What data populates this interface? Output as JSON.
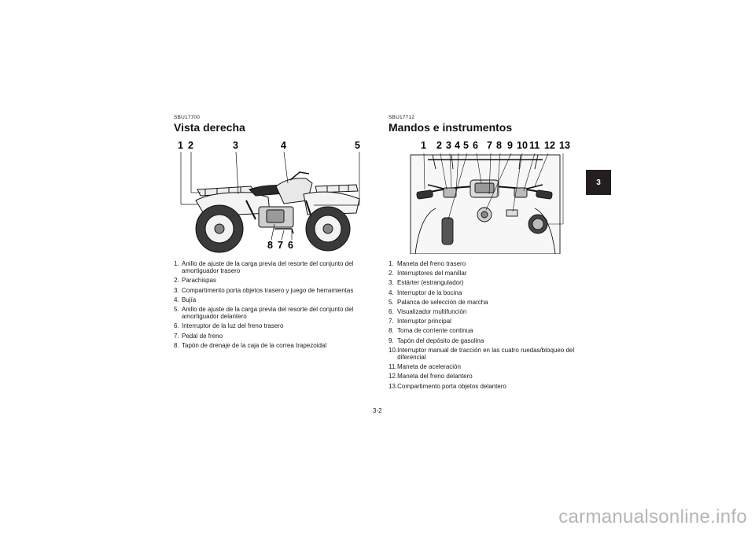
{
  "left_section": {
    "code": "SBU17700",
    "title": "Vista derecha",
    "callouts": [
      "1",
      "2",
      "3",
      "4",
      "5",
      "8",
      "7",
      "6"
    ],
    "items": [
      {
        "num": "1.",
        "text": "Anillo de ajuste de la carga previa del resorte del conjunto del amortiguador trasero"
      },
      {
        "num": "2.",
        "text": "Parachispas"
      },
      {
        "num": "3.",
        "text": "Compartimento porta objetos trasero y juego de herramientas"
      },
      {
        "num": "4.",
        "text": "Bujía"
      },
      {
        "num": "5.",
        "text": "Anillo de ajuste de la carga previa del resorte del conjunto del amortiguador delantero"
      },
      {
        "num": "6.",
        "text": "Interruptor de la luz del freno trasero"
      },
      {
        "num": "7.",
        "text": "Pedal de freno"
      },
      {
        "num": "8.",
        "text": "Tapón de drenaje de la caja de la correa trapezoidal"
      }
    ]
  },
  "right_section": {
    "code": "SBU17712",
    "title": "Mandos e instrumentos",
    "callouts": [
      "1",
      "2",
      "3",
      "4",
      "5",
      "6",
      "7",
      "8",
      "9",
      "10",
      "11",
      "12",
      "13"
    ],
    "items": [
      {
        "num": "1.",
        "text": "Maneta del freno trasero"
      },
      {
        "num": "2.",
        "text": "Interruptores del manillar"
      },
      {
        "num": "3.",
        "text": "Estárter (estrangulador)"
      },
      {
        "num": "4.",
        "text": "Interruptor de la bocina"
      },
      {
        "num": "5.",
        "text": "Palanca de selección de marcha"
      },
      {
        "num": "6.",
        "text": "Visualizador multifunción"
      },
      {
        "num": "7.",
        "text": "Interruptor principal"
      },
      {
        "num": "8.",
        "text": "Toma de corriente continua"
      },
      {
        "num": "9.",
        "text": "Tapón del depósito de gasolina"
      },
      {
        "num": "10.",
        "text": "Interruptor manual de tracción en las cuatro ruedas/bloqueo del diferencial"
      },
      {
        "num": "11.",
        "text": "Maneta de aceleración"
      },
      {
        "num": "12.",
        "text": "Maneta del freno delantero"
      },
      {
        "num": "13.",
        "text": "Compartimento porta objetos delantero"
      }
    ]
  },
  "chapter_tab": "3",
  "page_number": "3-2",
  "watermark": "carmanualsonline.info"
}
